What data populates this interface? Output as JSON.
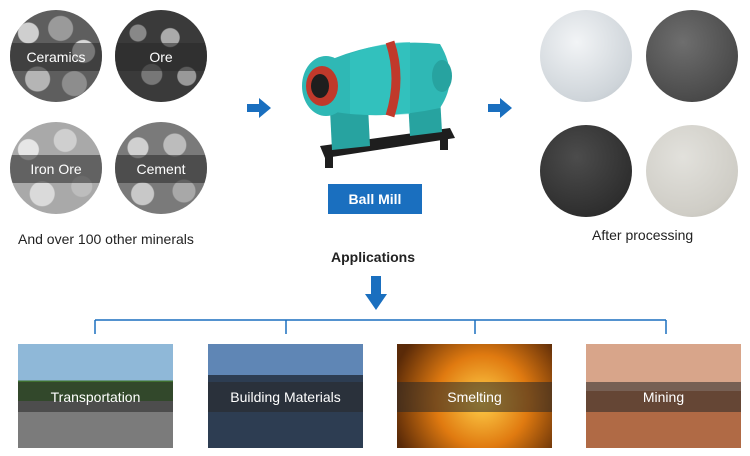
{
  "raw_materials": {
    "items": [
      {
        "label": "Ceramics"
      },
      {
        "label": "Ore"
      },
      {
        "label": "Iron Ore"
      },
      {
        "label": "Cement"
      }
    ],
    "caption": "And over 100 other minerals"
  },
  "machine": {
    "label": "Ball Mill"
  },
  "output": {
    "caption": "After processing"
  },
  "applications": {
    "title": "Applications",
    "items": [
      {
        "label": "Transportation"
      },
      {
        "label": "Building Materials"
      },
      {
        "label": "Smelting"
      },
      {
        "label": "Mining"
      }
    ]
  },
  "colors": {
    "accent_blue": "#1a6fbf",
    "machine_teal": "#2fb8b5",
    "machine_red": "#c0392b"
  }
}
